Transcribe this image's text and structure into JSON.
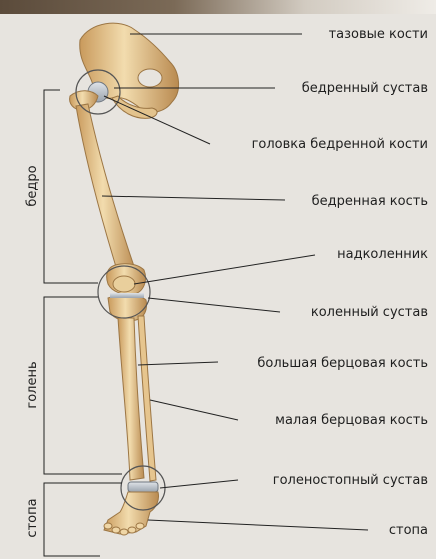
{
  "diagram": {
    "labels": {
      "pelvis": "тазовые кости",
      "hip_joint": "бедренный сустав",
      "femoral_head": "головка бедренной кости",
      "femur": "бедренная кость",
      "patella": "надколенник",
      "knee_joint": "коленный сустав",
      "tibia": "большая берцовая кость",
      "fibula": "малая берцовая кость",
      "ankle_joint": "голеностопный сустав",
      "foot": "стопа"
    },
    "regions": {
      "thigh": "бедро",
      "shin": "голень",
      "foot": "стопа"
    },
    "colors": {
      "bone_light": "#f0d6a6",
      "bone_mid": "#d9b47a",
      "bone_dark": "#b88a4e",
      "line": "#222222",
      "background": "#e7e4df"
    }
  }
}
